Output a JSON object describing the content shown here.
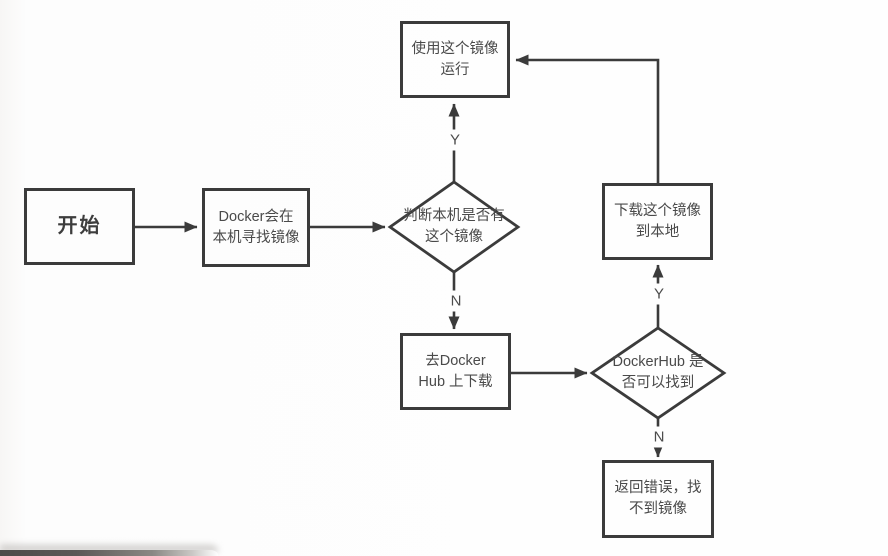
{
  "diagram": {
    "description": "Docker image lookup flowchart",
    "colors": {
      "line": "#3b3b3b",
      "text": "#4a4a4a",
      "background": "#fefefe"
    },
    "nodes": {
      "start": {
        "shape": "rect",
        "label": "开始"
      },
      "find_local": {
        "shape": "rect",
        "label": "Docker会在\n本机寻找镜像"
      },
      "check_local": {
        "shape": "diamond",
        "label": "判断本机是否有\n这个镜像"
      },
      "run_image": {
        "shape": "rect",
        "label": "使用这个镜像\n运行"
      },
      "go_hub": {
        "shape": "rect",
        "label": "去Docker\nHub 上下载"
      },
      "check_hub": {
        "shape": "diamond",
        "label": "DockerHub 是\n否可以找到"
      },
      "download_local": {
        "shape": "rect",
        "label": "下载这个镜像\n到本地"
      },
      "return_error": {
        "shape": "rect",
        "label": "返回错误，找\n不到镜像"
      }
    },
    "edge_labels": {
      "check_local_yes": "Y",
      "check_local_no": "N",
      "check_hub_yes": "Y",
      "check_hub_no": "N"
    }
  }
}
